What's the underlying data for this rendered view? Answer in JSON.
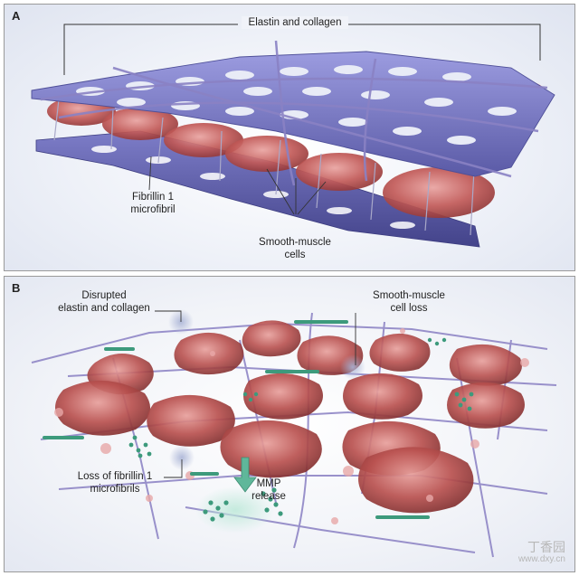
{
  "panelA": {
    "letter": "A",
    "labels": {
      "elastin_collagen": "Elastin and collagen",
      "fibrillin_line1": "Fibrillin 1",
      "fibrillin_line2": "microfibril",
      "smooth_line1": "Smooth-muscle",
      "smooth_line2": "cells"
    }
  },
  "panelB": {
    "letter": "B",
    "labels": {
      "disrupted_line1": "Disrupted",
      "disrupted_line2": "elastin and collagen",
      "smc_loss_line1": "Smooth-muscle",
      "smc_loss_line2": "cell loss",
      "loss_fib_line1": "Loss of fibrillin 1",
      "loss_fib_line2": "microfibrils",
      "mmp_line1": "MMP",
      "mmp_line2": "release"
    }
  },
  "watermark": {
    "line1": "丁香园",
    "line2": "www.dxy.cn"
  },
  "colors": {
    "elastin": "#6f6fb8",
    "elastin_dark": "#4e4f98",
    "fiber": "#8c84c4",
    "cell": "#b84a4a",
    "cell_light": "#d98a8a",
    "mmp": "#3d9a7c"
  }
}
